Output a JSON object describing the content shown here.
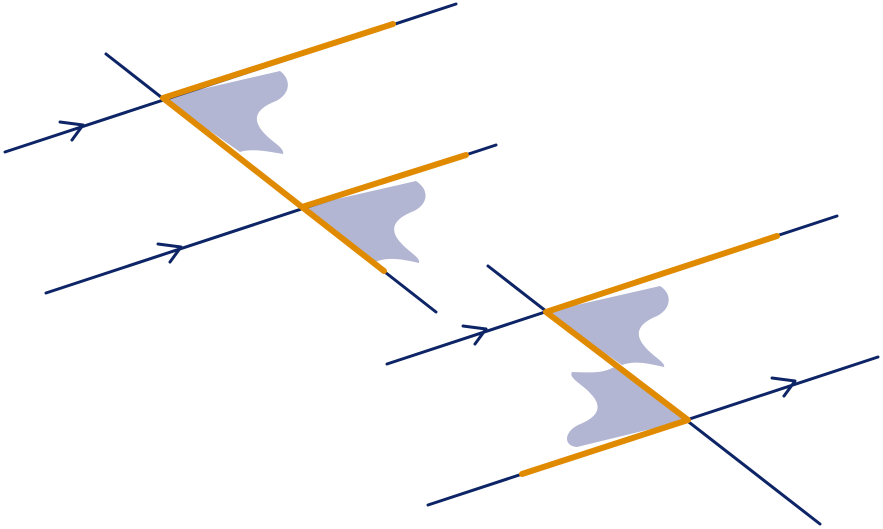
{
  "colors": {
    "background": "#ffffff",
    "line": "#0d2466",
    "highlight": "#e08a00",
    "angle_fill": "#b2b6d2"
  },
  "figures": [
    {
      "name": "corresponding-angles-figure",
      "description_kind": "two parallel lines crossed by a transversal, with corresponding angles highlighted"
    },
    {
      "name": "alternate-angles-figure",
      "description_kind": "two parallel lines crossed by a transversal, with alternate angles highlighted"
    }
  ]
}
